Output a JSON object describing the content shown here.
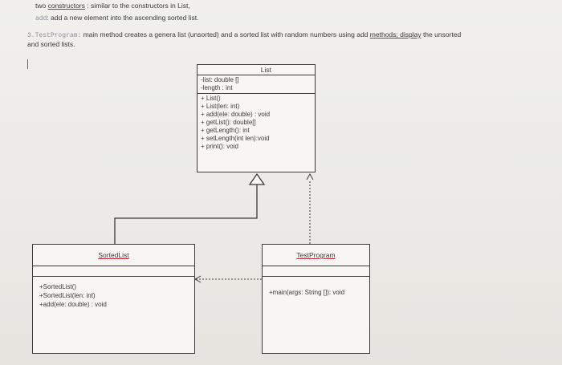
{
  "description_lines": {
    "line1_prefix": "two ",
    "line1_link": "constructors",
    "line1_rest": " : similar to the constructors in List,",
    "line2_label": "add",
    "line2_rest": ": add a new element into the ascending sorted list.",
    "line3_num": "3.",
    "line3_label": "TestProgram:",
    "line3_rest": " main method creates a genera list (unsorted) and a sorted list with random numbers using add ",
    "line3_link": "methods; display",
    "line3_end": " the unsorted",
    "line4": "and sorted lists."
  },
  "list_class": {
    "name": "List",
    "fields": [
      "-list: double []",
      "-length : int"
    ],
    "methods": [
      "+ List()",
      "+ List(len: int)",
      "+ add(ele: double) : void",
      "+ getList(): double[]",
      "+ getLength(): int",
      "+ setLength(int len):void",
      "+ print(): void"
    ]
  },
  "sortedlist_class": {
    "name": "SortedList",
    "methods": [
      "+SortedList()",
      "+SortedList(len: int)",
      "+add(ele: double) : void"
    ]
  },
  "testprogram_class": {
    "name": "TestProgram",
    "methods": [
      "+main(args: String []): void"
    ]
  }
}
